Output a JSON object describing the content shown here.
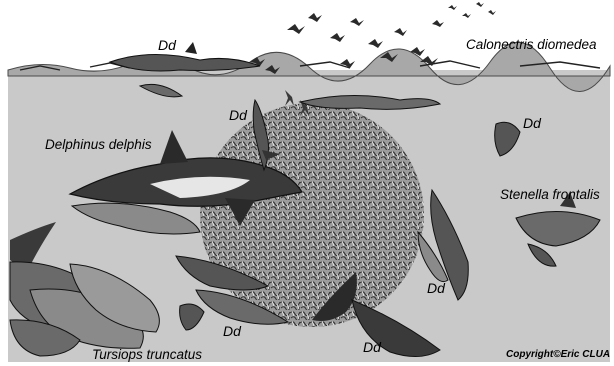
{
  "image": {
    "description_labels": {
      "birds": "Calonectris diomedea",
      "common_dolphin": "Delphinus delphis",
      "spotted_dolphin": "Stenella frontalis",
      "bottlenose_dolphin": "Tursiops truncatus",
      "dd_abbrev": "Dd"
    },
    "copyright": "Copyright©Eric CLUA"
  },
  "colors": {
    "sea": "#c9c9c9",
    "sky": "#ffffff",
    "baitball": "#7d7d7d",
    "dolphin_dark": "#3a3a3a",
    "dolphin_mid": "#8a8a8a",
    "dolphin_light": "#e6e6e6"
  }
}
